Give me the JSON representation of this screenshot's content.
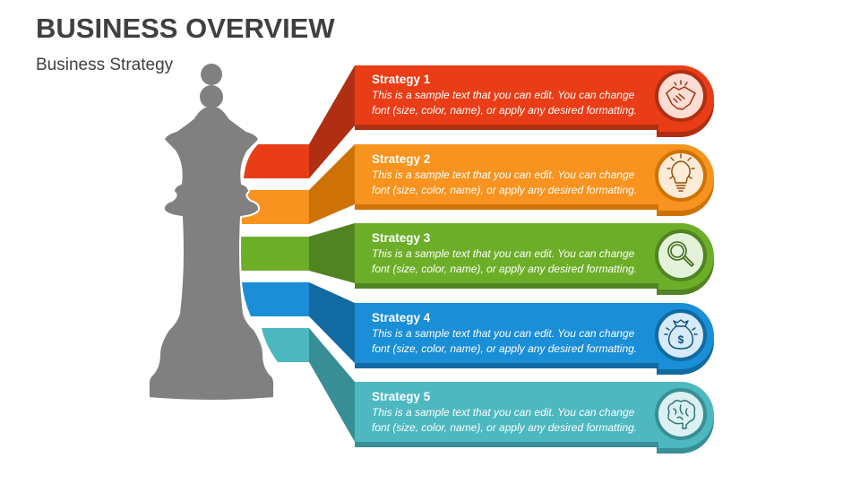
{
  "header": {
    "title": "BUSINESS OVERVIEW",
    "subtitle": "Business Strategy"
  },
  "graphic": {
    "central_icon": "chess-queen-icon",
    "central_color": "#808080"
  },
  "strategies": [
    {
      "title": "Strategy 1",
      "text_line1": "This is a sample text that you can edit. You can change",
      "text_line2": "font (size, color, name), or apply any desired formatting.",
      "icon": "handshake-icon",
      "color": "#E83D16",
      "dark": "#B02E12",
      "light": "#FBDDD3"
    },
    {
      "title": "Strategy 2",
      "text_line1": "This is a sample text that you can edit. You can change",
      "text_line2": "font (size, color, name), or apply any desired formatting.",
      "icon": "lightbulb-icon",
      "color": "#F7931E",
      "dark": "#CF7205",
      "light": "#FDEBD8"
    },
    {
      "title": "Strategy 3",
      "text_line1": "This is a sample text that you can edit. You can change",
      "text_line2": "font (size, color, name), or apply any desired formatting.",
      "icon": "magnifier-icon",
      "color": "#6DAE29",
      "dark": "#508322",
      "light": "#E5F2DA"
    },
    {
      "title": "Strategy 4",
      "text_line1": "This is a sample text that you can edit. You can change",
      "text_line2": "font (size, color, name), or apply any desired formatting.",
      "icon": "money-bag-icon",
      "color": "#1A8ED6",
      "dark": "#126AA2",
      "light": "#D6EAF7"
    },
    {
      "title": "Strategy 5",
      "text_line1": "This is a sample text that you can edit. You can change",
      "text_line2": "font (size, color, name), or apply any desired formatting.",
      "icon": "brain-icon",
      "color": "#4DB8C0",
      "dark": "#378F95",
      "light": "#DCF0F2"
    }
  ]
}
